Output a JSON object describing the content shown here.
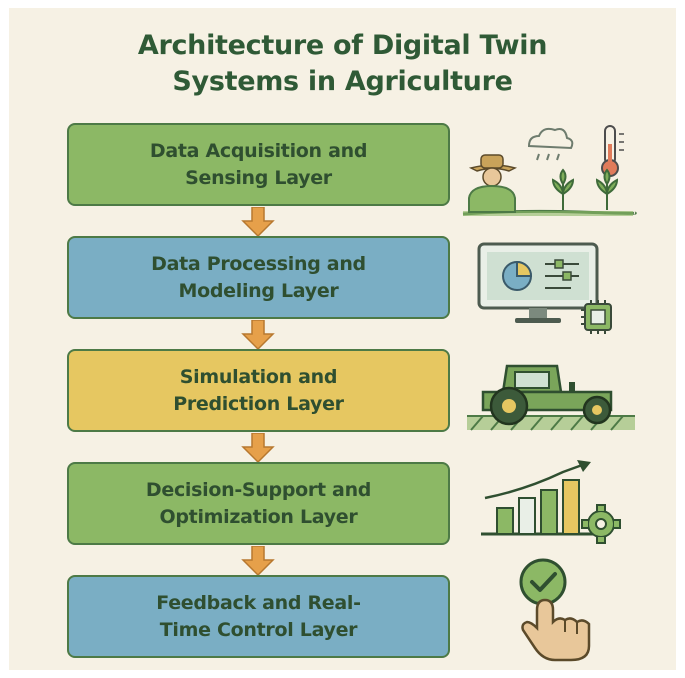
{
  "title": "Architecture of Digital Twin\nSystems in Agriculture",
  "colors": {
    "background": "#f6f1e4",
    "green_box": "#8cb865",
    "blue_box": "#7aaec4",
    "yellow_box": "#e6c761",
    "border": "#4d7a46",
    "arrow": "#e6a04a"
  },
  "layers": [
    {
      "label": "Data Acquisition and\nSensing Layer",
      "color": "#8cb865",
      "icon": "farmer-weather-crops-icon"
    },
    {
      "label": "Data Processing and\nModeling Layer",
      "color": "#7aaec4",
      "icon": "computer-chip-icon"
    },
    {
      "label": "Simulation and\nPrediction Layer",
      "color": "#e6c761",
      "icon": "tractor-icon"
    },
    {
      "label": "Decision-Support and\nOptimization Layer",
      "color": "#8cb865",
      "icon": "bar-chart-gear-icon"
    },
    {
      "label": "Feedback and Real-\nTime Control Layer",
      "color": "#7aaec4",
      "icon": "hand-tap-check-icon"
    }
  ]
}
